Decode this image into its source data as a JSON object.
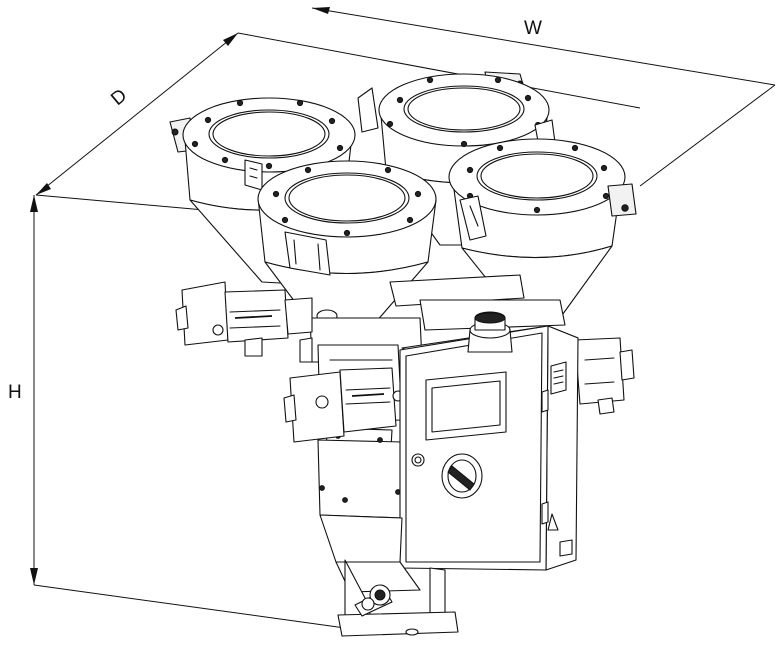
{
  "dimensions": {
    "width_label": "W",
    "depth_label": "D",
    "height_label": "H"
  },
  "colors": {
    "line": "#111111",
    "background": "#ffffff",
    "fill_light": "#f2f2f2"
  }
}
